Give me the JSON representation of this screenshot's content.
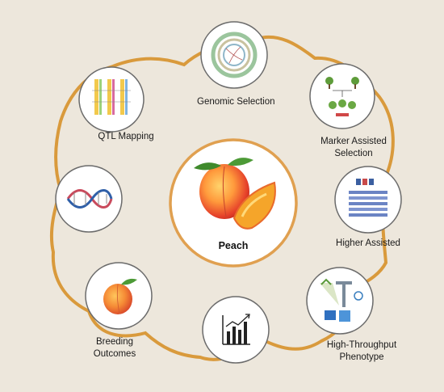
{
  "diagram": {
    "center": {
      "label": "Peach",
      "icon": "peach-fruit-icon"
    },
    "nodes": [
      {
        "id": "genomic",
        "label": "Genomic Selection",
        "icon": "circular-genome-plot-icon"
      },
      {
        "id": "mas",
        "label_line1": "Marker Assisted",
        "label_line2": "Selection",
        "icon": "tree-cross-pedigree-icon"
      },
      {
        "id": "higher",
        "label": "Higher Assisted",
        "icon": "marker-heatmap-icon"
      },
      {
        "id": "htp",
        "label_line1": "High-Throughput",
        "label_line2": "Phenotype",
        "icon": "phenotyping-robot-icon"
      },
      {
        "id": "chart",
        "icon": "bar-chart-trend-icon"
      },
      {
        "id": "breeding",
        "label_line1": "Breeding",
        "label_line2": "Outcomes",
        "icon": "peach-icon"
      },
      {
        "id": "dna",
        "icon": "dna-helix-icon"
      },
      {
        "id": "qtl",
        "label": "QTL Mapping",
        "icon": "qtl-chromosome-map-icon"
      }
    ]
  },
  "colors": {
    "background": "#ede7dc",
    "ring": "#d99a3c",
    "node_border": "#6b6b6b",
    "center_border": "#e0a050"
  }
}
